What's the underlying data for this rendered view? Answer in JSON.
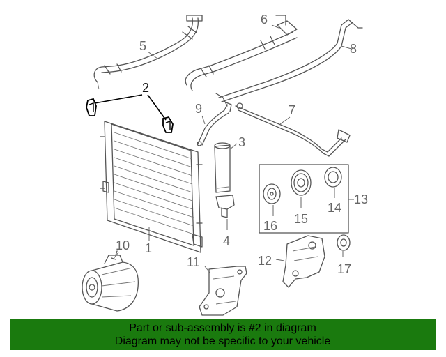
{
  "callouts": {
    "c1": "1",
    "c2": "2",
    "c3": "3",
    "c4": "4",
    "c5": "5",
    "c6": "6",
    "c7": "7",
    "c8": "8",
    "c9": "9",
    "c10": "10",
    "c11": "11",
    "c12": "12",
    "c13": "13",
    "c14": "14",
    "c15": "15",
    "c16": "16",
    "c17": "17"
  },
  "colors": {
    "banner_bg": "#1a7a0e",
    "highlight": "#000000",
    "line": "#555555",
    "label": "#666666"
  },
  "caption": {
    "line1": "Part or sub-assembly is #2 in diagram",
    "line2": "Diagram may not be specific to your vehicle"
  }
}
